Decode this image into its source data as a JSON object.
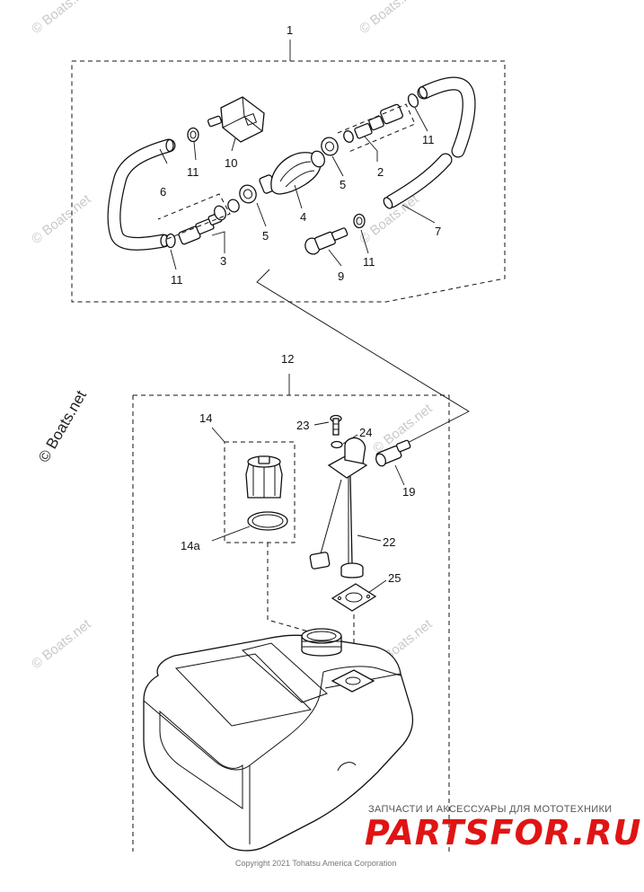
{
  "diagram": {
    "groups": [
      {
        "id": "1",
        "label": "1"
      },
      {
        "id": "12",
        "label": "12"
      },
      {
        "id": "14",
        "label": "14"
      }
    ],
    "callouts": [
      {
        "id": "2",
        "label": "2"
      },
      {
        "id": "3",
        "label": "3"
      },
      {
        "id": "4",
        "label": "4"
      },
      {
        "id": "5a",
        "label": "5"
      },
      {
        "id": "5b",
        "label": "5"
      },
      {
        "id": "6",
        "label": "6"
      },
      {
        "id": "7",
        "label": "7"
      },
      {
        "id": "9",
        "label": "9"
      },
      {
        "id": "10",
        "label": "10"
      },
      {
        "id": "11a",
        "label": "11"
      },
      {
        "id": "11b",
        "label": "11"
      },
      {
        "id": "11c",
        "label": "11"
      },
      {
        "id": "11d",
        "label": "11"
      },
      {
        "id": "14a",
        "label": "14a"
      },
      {
        "id": "19",
        "label": "19"
      },
      {
        "id": "22",
        "label": "22"
      },
      {
        "id": "23",
        "label": "23"
      },
      {
        "id": "24",
        "label": "24"
      },
      {
        "id": "25",
        "label": "25"
      }
    ]
  },
  "watermarks": {
    "small": "© Boats.net",
    "large": "© Boats.net"
  },
  "footer": {
    "promo_text": "ЗАПЧАСТИ И АКСЕССУАРЫ ДЛЯ МОТОТЕХНИКИ",
    "brand": "PARTSFOR.RU",
    "copyright": "Copyright 2021 Tohatsu America Corporation"
  },
  "colors": {
    "brand": "#e01414",
    "lines": "#111111",
    "watermark": "#c9c9c9"
  }
}
